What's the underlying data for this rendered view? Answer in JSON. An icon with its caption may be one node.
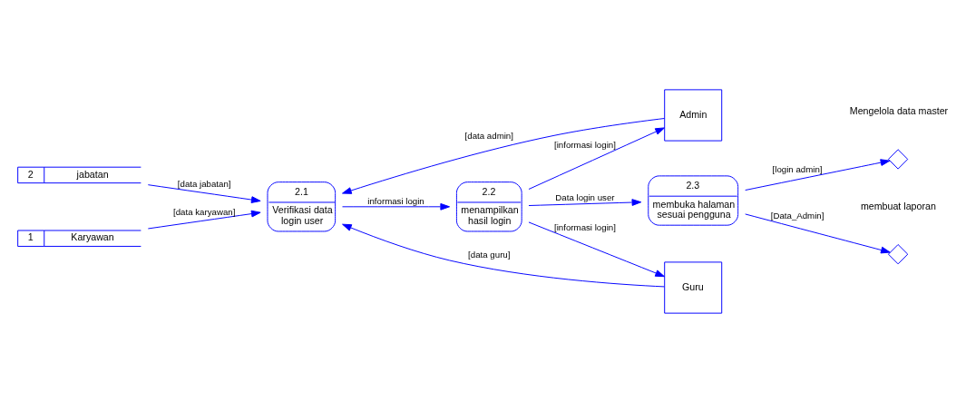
{
  "diagram": {
    "nodes": [
      {
        "text": [
          "2",
          "jabatan"
        ]
      },
      {
        "text": [
          "1",
          "Karyawan"
        ]
      },
      {
        "text": [
          "2.1",
          "Verifikasi data login user"
        ]
      },
      {
        "text": [
          "2.2",
          "menampilkan hasil login"
        ]
      },
      {
        "text": [
          "2.3",
          "membuka halaman sesuai pengguna"
        ]
      },
      {
        "text": [],
        "shape": "diamond",
        "beside": [
          "Mengelola data master"
        ]
      },
      {
        "text": [],
        "shape": "diamond",
        "beside": [
          "membuat laporan"
        ]
      },
      {
        "text": [
          "Admin"
        ]
      },
      {
        "text": [
          "Guru"
        ]
      }
    ],
    "edges": [
      {
        "from": 0,
        "to": 2,
        "arrow": "to",
        "label": "[data jabatan]"
      },
      {
        "from": 1,
        "to": 2,
        "arrow": "to",
        "label": "[data karyawan]"
      },
      {
        "from": 2,
        "to": 3,
        "arrow": "to",
        "label": "informasi login"
      },
      {
        "from": 3,
        "to": 4,
        "arrow": "to",
        "label": "Data login user"
      },
      {
        "from": 4,
        "to": 5,
        "arrow": "to",
        "label": "[login admin]"
      },
      {
        "from": 4,
        "to": 6,
        "arrow": "to",
        "label": "[Data_Admin]"
      },
      {
        "from": 7,
        "to": 2,
        "arrow": "to",
        "label": "[data admin]"
      },
      {
        "from": 3,
        "to": 7,
        "arrow": "to",
        "label": "[informasi login]"
      },
      {
        "from": 8,
        "to": 2,
        "arrow": "to",
        "label": "[data guru]"
      },
      {
        "from": 3,
        "to": 8,
        "arrow": "to",
        "label": "[informasi login]"
      }
    ]
  }
}
